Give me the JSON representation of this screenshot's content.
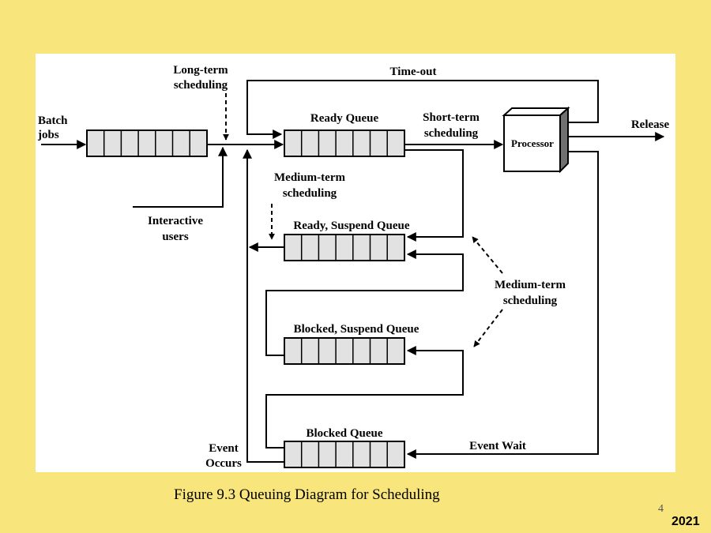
{
  "diagram": {
    "labels": {
      "long_term_1": "Long-term",
      "long_term_2": "scheduling",
      "time_out": "Time-out",
      "batch_1": "Batch",
      "batch_2": "jobs",
      "ready_queue": "Ready Queue",
      "short_term_1": "Short-term",
      "short_term_2": "scheduling",
      "processor": "Processor",
      "release": "Release",
      "medium_term_a_1": "Medium-term",
      "medium_term_a_2": "scheduling",
      "interactive_1": "Interactive",
      "interactive_2": "users",
      "ready_suspend_queue": "Ready, Suspend Queue",
      "medium_term_b_1": "Medium-term",
      "medium_term_b_2": "scheduling",
      "blocked_suspend_queue": "Blocked, Suspend Queue",
      "blocked_queue": "Blocked Queue",
      "event_wait": "Event Wait",
      "event_occurs_1": "Event",
      "event_occurs_2": "Occurs"
    }
  },
  "caption": "Figure 9.3 Queuing Diagram for Scheduling",
  "slide_number": "4",
  "year": "2021"
}
